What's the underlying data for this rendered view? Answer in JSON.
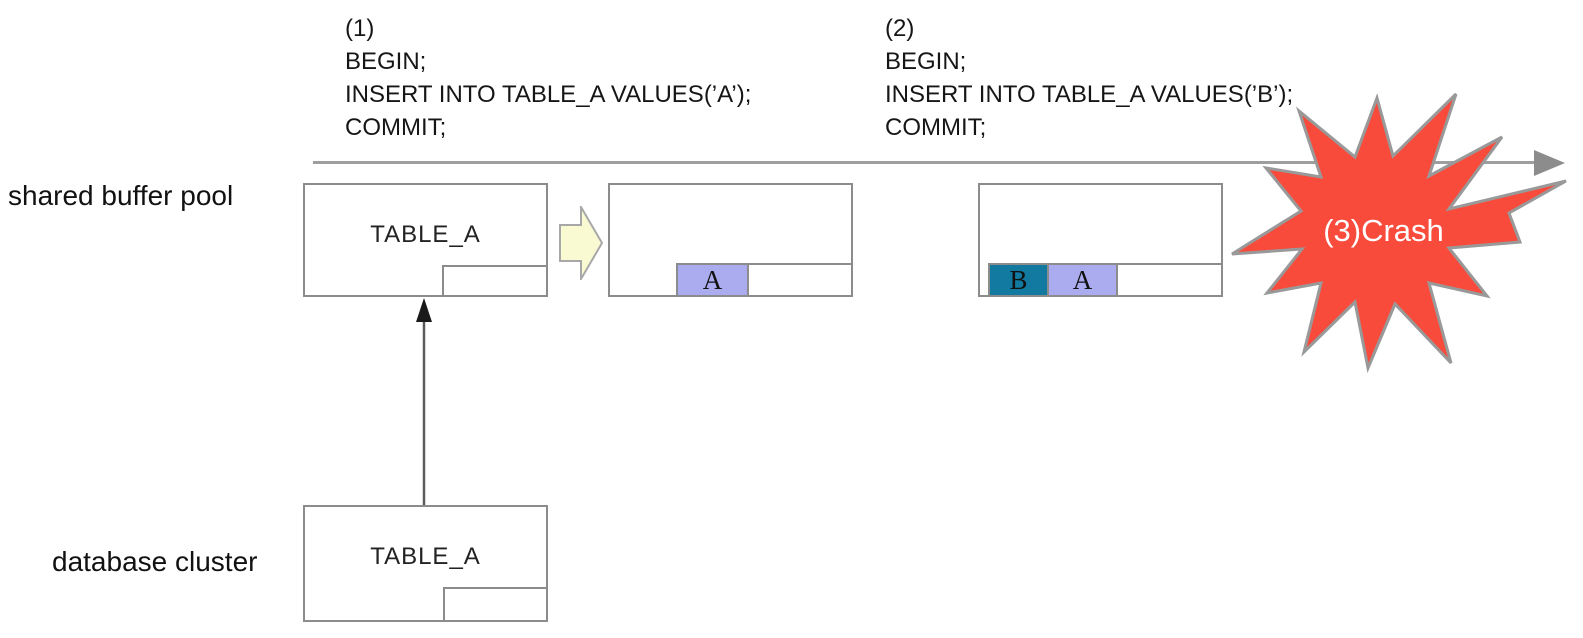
{
  "transactions": [
    {
      "step": "(1)",
      "lines": [
        "BEGIN;",
        "INSERT INTO TABLE_A VALUES(’A’);",
        "COMMIT;"
      ]
    },
    {
      "step": "(2)",
      "lines": [
        "BEGIN;",
        "INSERT INTO TABLE_A VALUES(’B’);",
        "COMMIT;"
      ]
    }
  ],
  "labels": {
    "buffer_pool": "shared buffer pool",
    "database_cluster": "database cluster"
  },
  "buffer": {
    "page1": {
      "title": "TABLE_A"
    },
    "page2": {
      "tuple_a": "A"
    },
    "page3": {
      "tuple_b": "B",
      "tuple_a": "A"
    }
  },
  "disk": {
    "table_title": "TABLE_A"
  },
  "crash": {
    "label": "(3)Crash"
  },
  "colors": {
    "tuple_a_fill": "#ababef",
    "tuple_b_fill": "#1279a1",
    "free_fill": "#ffffff",
    "page_border": "#8c8c8c",
    "timeline": "#9e9e9e",
    "flow_arrow_fill": "#fafad2",
    "flow_arrow_stroke": "#a8a8a8",
    "crash_fill": "#f94b3c",
    "crash_stroke": "#999999",
    "crash_text": "#ffffff",
    "text": "#1a1a1a"
  }
}
